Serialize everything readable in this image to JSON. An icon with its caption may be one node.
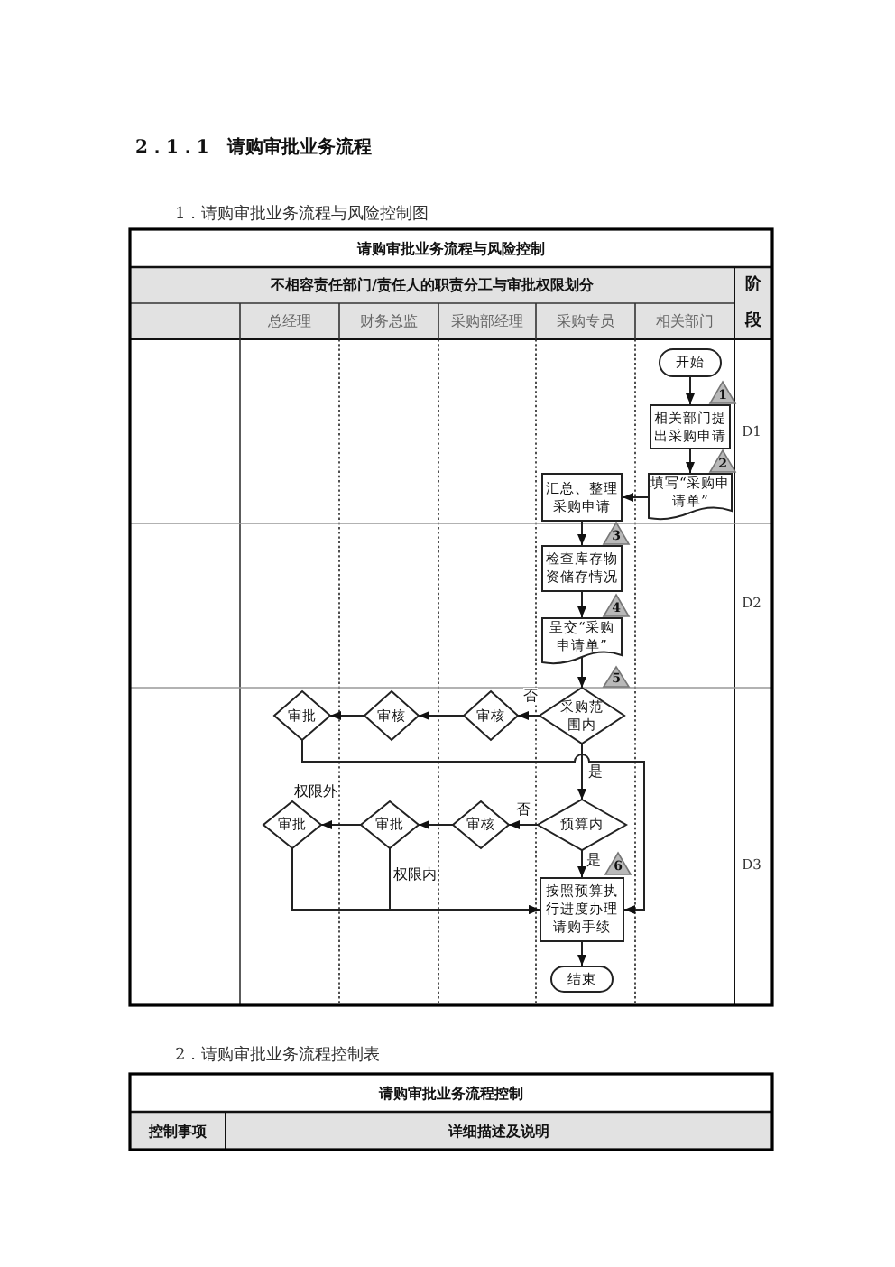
{
  "diagram": {
    "title": "2．1．1　请购审批业务流程",
    "nodes": [
      {
        "text": [
          "开始"
        ]
      },
      {
        "text": [
          "1"
        ]
      },
      {
        "text": [
          "相关部门提出采购申请"
        ]
      },
      {
        "text": [
          "2"
        ]
      },
      {
        "text": [
          "填写“采购申请单”"
        ]
      },
      {
        "text": [
          "汇总、整理采购申请"
        ]
      },
      {
        "text": [
          "3"
        ]
      },
      {
        "text": [
          "检查库存物资储存情况"
        ]
      },
      {
        "text": [
          "4"
        ]
      },
      {
        "text": [
          "呈交“采购申请单”"
        ]
      },
      {
        "text": [
          "5"
        ]
      },
      {
        "text": [
          "采购范围内"
        ]
      },
      {
        "text": [
          "审核"
        ]
      },
      {
        "text": [
          "审核"
        ]
      },
      {
        "text": [
          "审批"
        ]
      },
      {
        "text": [
          "预算内"
        ]
      },
      {
        "text": [
          "审核"
        ]
      },
      {
        "text": [
          "审批"
        ]
      },
      {
        "text": [
          "审批"
        ]
      },
      {
        "text": [
          "6"
        ]
      },
      {
        "text": [
          "按照预算执行进度办理请购手续"
        ]
      },
      {
        "text": [
          "结束"
        ]
      }
    ],
    "edges": [
      {
        "from": 0,
        "to": 2,
        "arrow": "to"
      },
      {
        "from": 2,
        "to": 4,
        "arrow": "to"
      },
      {
        "from": 4,
        "to": 5,
        "arrow": "to"
      },
      {
        "from": 5,
        "to": 7,
        "arrow": "to"
      },
      {
        "from": 7,
        "to": 9,
        "arrow": "to"
      },
      {
        "from": 9,
        "to": 11,
        "arrow": "to"
      },
      {
        "from": 11,
        "to": 12,
        "arrow": "to",
        "label": "否"
      },
      {
        "from": 12,
        "to": 13,
        "arrow": "to"
      },
      {
        "from": 13,
        "to": 14,
        "arrow": "to"
      },
      {
        "from": 14,
        "to": 20,
        "arrow": "to"
      },
      {
        "from": 11,
        "to": 15,
        "arrow": "to",
        "label": "是"
      },
      {
        "from": 15,
        "to": 16,
        "arrow": "to",
        "label": "否"
      },
      {
        "from": 16,
        "to": 17,
        "arrow": "to"
      },
      {
        "from": 17,
        "to": 18,
        "arrow": "to",
        "label": "权限外"
      },
      {
        "from": 17,
        "to": 20,
        "arrow": "to",
        "label": "权限内"
      },
      {
        "from": 18,
        "to": 20,
        "arrow": "to"
      },
      {
        "from": 15,
        "to": 20,
        "arrow": "to",
        "label": "是"
      },
      {
        "from": 20,
        "to": 21,
        "arrow": "to"
      }
    ],
    "labels": [
      "1．请购审批业务流程与风险控制图",
      "请购审批业务流程与风险控制",
      "不相容责任部门/责任人的职责分工与审批权限划分",
      "阶段",
      "总经理",
      "财务总监",
      "采购部经理",
      "采购专员",
      "相关部门",
      "D1",
      "D2",
      "D3",
      "2．请购审批业务流程控制表",
      "请购审批业务流程控制",
      "控制事项",
      "详细描述及说明"
    ]
  }
}
